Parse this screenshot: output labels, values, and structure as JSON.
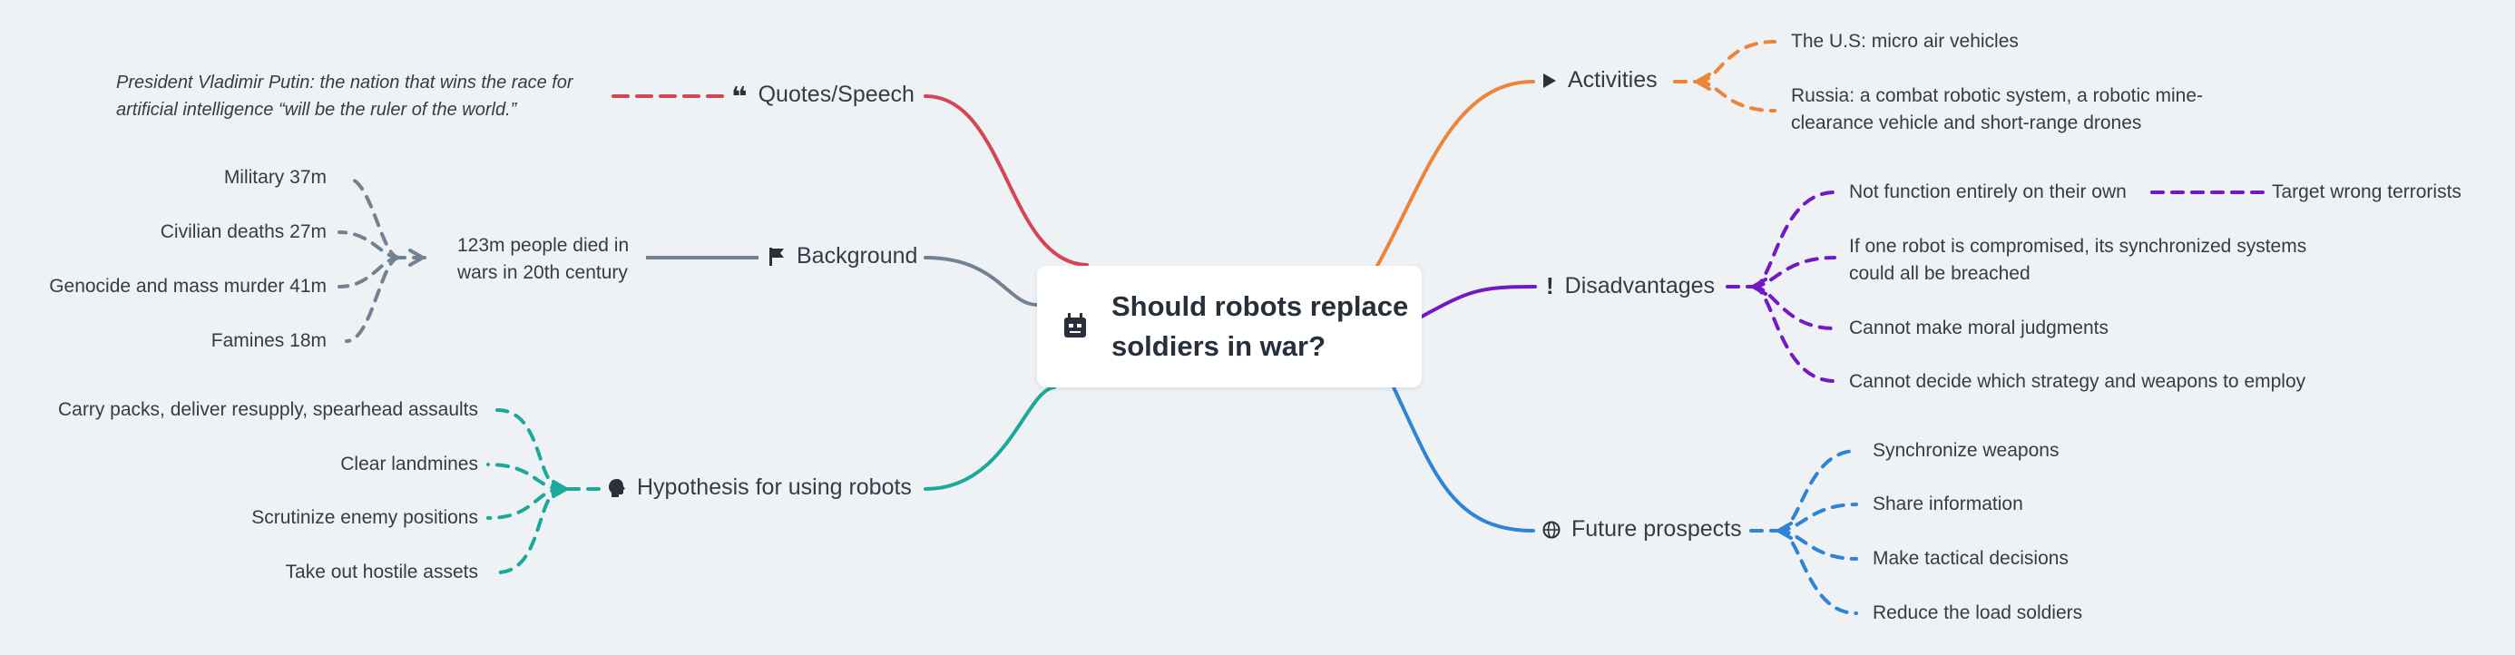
{
  "center": {
    "title": "Should robots replace soldiers in war?",
    "icon": "robot-icon"
  },
  "colors": {
    "quotes": "#d64555",
    "background": "#738292",
    "hypothesis": "#1ca99a",
    "activities": "#ec8439",
    "disadvantages": "#7218c4",
    "future": "#2e84d6",
    "canvas": "#eef2f5"
  },
  "branches": {
    "quotes": {
      "label": "Quotes/Speech",
      "icon": "quote-icon",
      "detail": "President Vladimir Putin: the nation that wins the race for artificial intelligence “will be the ruler of the world.”"
    },
    "background": {
      "label": "Background",
      "icon": "flag-icon",
      "summary": "123m people died in wars in 20th century",
      "items": [
        "Military 37m",
        "Civilian deaths 27m",
        "Genocide and mass murder 41m",
        "Famines 18m"
      ]
    },
    "hypothesis": {
      "label": "Hypothesis for using robots",
      "icon": "head-icon",
      "items": [
        "Carry packs, deliver resupply, spearhead assaults",
        "Clear landmines",
        "Scrutinize enemy positions",
        "Take out hostile assets"
      ]
    },
    "activities": {
      "label": "Activities",
      "icon": "play-icon",
      "items": [
        "The U.S: micro air vehicles",
        "Russia: a combat robotic system, a robotic mine-clearance vehicle and short-range drones"
      ]
    },
    "disadvantages": {
      "label": "Disadvantages",
      "icon": "exclamation-icon",
      "items": [
        "Not function entirely on their own",
        "If one robot is compromised, its synchronized systems could all be breached",
        "Cannot make moral judgments",
        "Cannot decide which strategy and weapons to employ"
      ],
      "sub_item": "Target wrong terrorists"
    },
    "future": {
      "label": "Future prospects",
      "icon": "globe-icon",
      "items": [
        "Synchronize weapons",
        "Share information",
        "Make tactical decisions",
        "Reduce the load soldiers"
      ]
    }
  }
}
